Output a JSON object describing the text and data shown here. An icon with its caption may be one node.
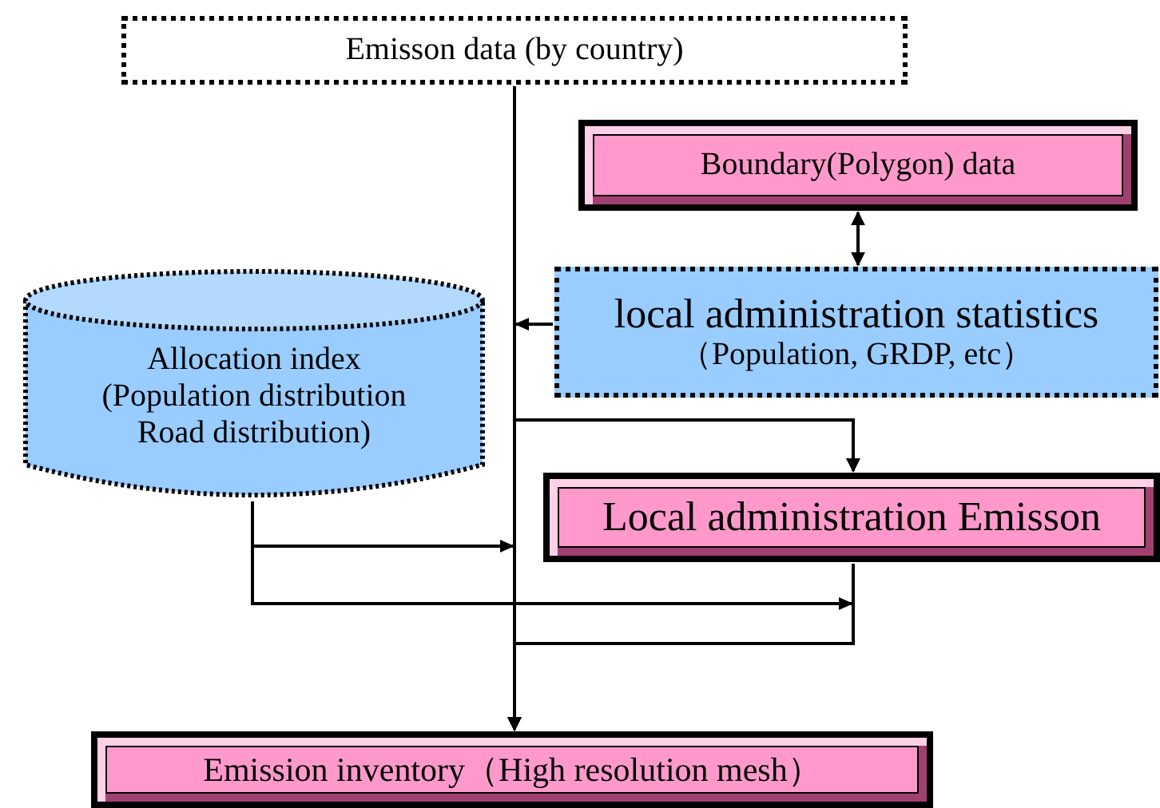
{
  "diagram": {
    "nodes": [
      {
        "text": [
          "Emisson data (by country)"
        ]
      },
      {
        "text": [
          "Boundary(Polygon) data"
        ]
      },
      {
        "text": [
          "local administration statistics",
          "（Population, GRDP, etc）"
        ]
      },
      {
        "text": [
          "Allocation index (Population distribution Road distribution)"
        ]
      },
      {
        "text": [
          "Local administration Emisson"
        ]
      },
      {
        "text": [
          "Emission inventory（High resolution mesh）"
        ]
      }
    ],
    "edges": [
      {
        "from": 0,
        "to": 5,
        "arrow": "to"
      },
      {
        "from": 1,
        "to": 2,
        "arrow": "both"
      },
      {
        "from": 2,
        "to": 4,
        "arrow": "to"
      },
      {
        "from": 0,
        "to": 4,
        "arrow": "to"
      },
      {
        "from": 3,
        "to": 5,
        "arrow": "to"
      },
      {
        "from": 3,
        "to": 5,
        "arrow": "to"
      },
      {
        "from": 4,
        "to": 5,
        "arrow": "to"
      }
    ]
  }
}
